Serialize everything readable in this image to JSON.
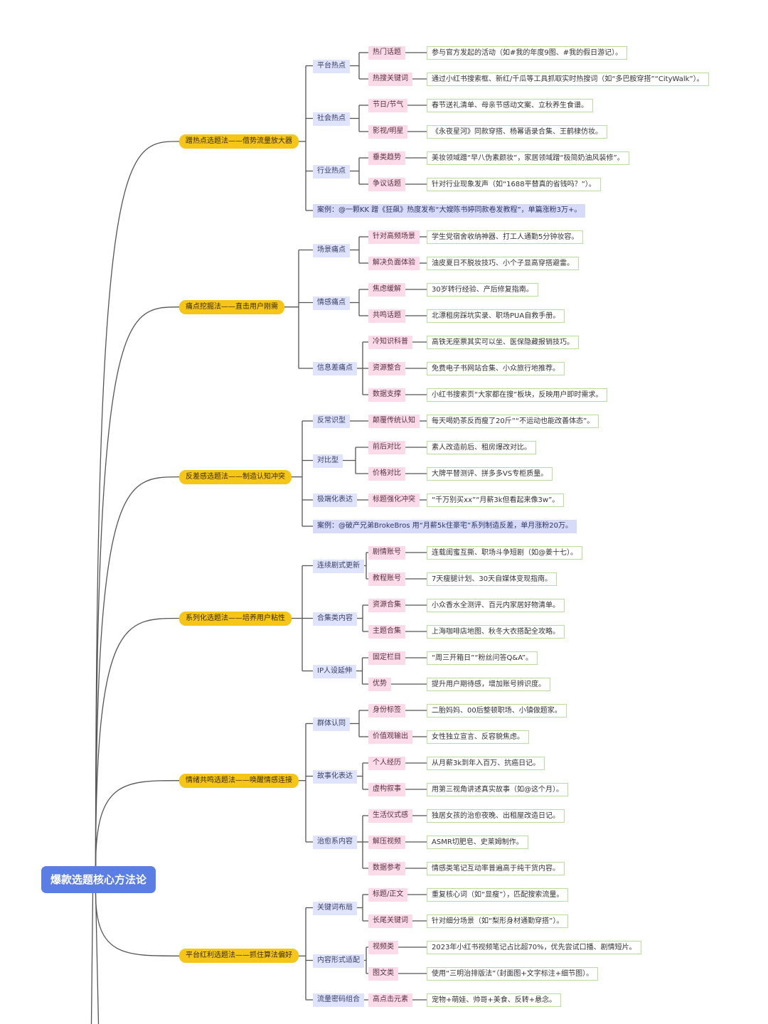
{
  "root": "爆款选题核心方法论",
  "branches": [
    {
      "label": "蹭热点选题法——借势流量放大器",
      "children": [
        {
          "label": "平台热点",
          "children": [
            {
              "label": "热门话题",
              "detail": "参与官方发起的活动（如#我的年度9图、#我的假日游记）。"
            },
            {
              "label": "热搜关键词",
              "detail": "通过小红书搜索框、新红/千瓜等工具抓取实时热搜词（如“多巴胺穿搭”“CityWalk”）。"
            }
          ]
        },
        {
          "label": "社会热点",
          "children": [
            {
              "label": "节日/节气",
              "detail": "春节送礼清单、母亲节感动文案、立秋养生食谱。"
            },
            {
              "label": "影视/明星",
              "detail": "《永夜星河》同款穿搭、杨幂语录合集、王鹤棣仿妆。"
            }
          ]
        },
        {
          "label": "行业热点",
          "children": [
            {
              "label": "垂类趋势",
              "detail": "美妆领域蹭“早八伪素颜妆”，家居领域蹭“极简奶油风装修”。"
            },
            {
              "label": "争议话题",
              "detail": "针对行业现象发声（如“1688平替真的省钱吗？”）。"
            }
          ]
        },
        {
          "label": "案例：@一颗KK 蹭《狂飙》热度发布“大嫂陈书婷同款卷发教程”，单篇涨粉3万+。",
          "case": true
        }
      ]
    },
    {
      "label": "痛点挖掘法——直击用户刚需",
      "children": [
        {
          "label": "场景痛点",
          "children": [
            {
              "label": "针对高频场景",
              "detail": "学生党宿舍收纳神器、打工人通勤5分钟妆容。"
            },
            {
              "label": "解决负面体验",
              "detail": "油皮夏日不脱妆技巧、小个子显高穿搭避雷。"
            }
          ]
        },
        {
          "label": "情感痛点",
          "children": [
            {
              "label": "焦虑缓解",
              "detail": "30岁转行经验、产后修复指南。"
            },
            {
              "label": "共鸣话题",
              "detail": "北漂租房踩坑实录、职场PUA自救手册。"
            }
          ]
        },
        {
          "label": "信息差痛点",
          "children": [
            {
              "label": "冷知识科普",
              "detail": "高铁无座票其实可以坐、医保隐藏报销技巧。"
            },
            {
              "label": "资源整合",
              "detail": "免费电子书网站合集、小众旅行地推荐。"
            },
            {
              "label": "数据支撑",
              "detail": "小红书搜索页“大家都在搜”板块，反映用户即时需求。"
            }
          ]
        }
      ]
    },
    {
      "label": "反差感选题法——制造认知冲突",
      "children": [
        {
          "label": "反常识型",
          "children": [
            {
              "label": "颠覆传统认知",
              "detail": "每天喝奶茶反而瘦了20斤”“不运动也能改善体态”。"
            }
          ]
        },
        {
          "label": "对比型",
          "children": [
            {
              "label": "前后对比",
              "detail": "素人改造前后、租房爆改对比。"
            },
            {
              "label": "价格对比",
              "detail": "大牌平替测评、拼多多VS专柜质量。"
            }
          ]
        },
        {
          "label": "极端化表达",
          "children": [
            {
              "label": "标题强化冲突",
              "detail": "“千万别买xx”“月薪3k但看起来像3w”。"
            }
          ]
        },
        {
          "label": "案例：@破产兄弟BrokeBros 用“月薪5k住豪宅”系列制造反差，单月涨粉20万。",
          "case": true
        }
      ]
    },
    {
      "label": "系列化选题法——培养用户粘性",
      "children": [
        {
          "label": "连续剧式更新",
          "children": [
            {
              "label": "剧情账号",
              "detail": "连载闺蜜互撕、职场斗争短剧（如@姜十七）。"
            },
            {
              "label": "教程账号",
              "detail": "7天瘦腿计划、30天自媒体变现指南。"
            }
          ]
        },
        {
          "label": "合集类内容",
          "children": [
            {
              "label": "资源合集",
              "detail": "小众香水全测评、百元内家居好物清单。"
            },
            {
              "label": "主题合集",
              "detail": "上海咖啡店地图、秋冬大衣搭配全攻略。"
            }
          ]
        },
        {
          "label": "IP人设延伸",
          "children": [
            {
              "label": "固定栏目",
              "detail": "“周三开箱日”“粉丝问答Q&A”。"
            },
            {
              "label": "优势",
              "detail": "提升用户期待感，增加账号辨识度。"
            }
          ]
        }
      ]
    },
    {
      "label": "情绪共鸣选题法——唤醒情感连接",
      "children": [
        {
          "label": "群体认同",
          "children": [
            {
              "label": "身份标签",
              "detail": "二胎妈妈、00后整顿职场、小镇做题家。"
            },
            {
              "label": "价值观输出",
              "detail": "女性独立宣言、反容貌焦虑。"
            }
          ]
        },
        {
          "label": "故事化表达",
          "children": [
            {
              "label": "个人经历",
              "detail": "从月薪3k到年入百万、抗癌日记。"
            },
            {
              "label": "虚构叙事",
              "detail": "用第三视角讲述真实故事（如@这个月）。"
            }
          ]
        },
        {
          "label": "治愈系内容",
          "children": [
            {
              "label": "生活仪式感",
              "detail": "独居女孩的治愈夜晚、出租屋改造日记。"
            },
            {
              "label": "解压视频",
              "detail": "ASMR切肥皂、史莱姆制作。"
            },
            {
              "label": "数据参考",
              "detail": "情感类笔记互动率普遍高于纯干货内容。"
            }
          ]
        }
      ]
    },
    {
      "label": "平台红利选题法——抓住算法偏好",
      "children": [
        {
          "label": "关键词布局",
          "children": [
            {
              "label": "标题/正文",
              "detail": "重复核心词（如“显瘦”），匹配搜索流量。"
            },
            {
              "label": "长尾关键词",
              "detail": "针对细分场景（如“梨形身材通勤穿搭”）。"
            }
          ]
        },
        {
          "label": "内容形式适配",
          "children": [
            {
              "label": "视频类",
              "detail": "2023年小红书视频笔记占比超70%，优先尝试口播、剧情短片。"
            },
            {
              "label": "图文类",
              "detail": "使用“三明治排版法”（封面图+文字标注+细节图）。"
            }
          ]
        },
        {
          "label": "流量密码组合",
          "children": [
            {
              "label": "高点击元素",
              "detail": "宠物+萌娃、帅哥+美食、反转+悬念。"
            }
          ]
        }
      ]
    }
  ],
  "colors": {
    "root": "#5b7ee5",
    "level1": "#f5c518",
    "level2": "#dfe3fb",
    "level3": "#fbdbe7",
    "level4_border": "#b8e09a",
    "line": "#555555"
  }
}
